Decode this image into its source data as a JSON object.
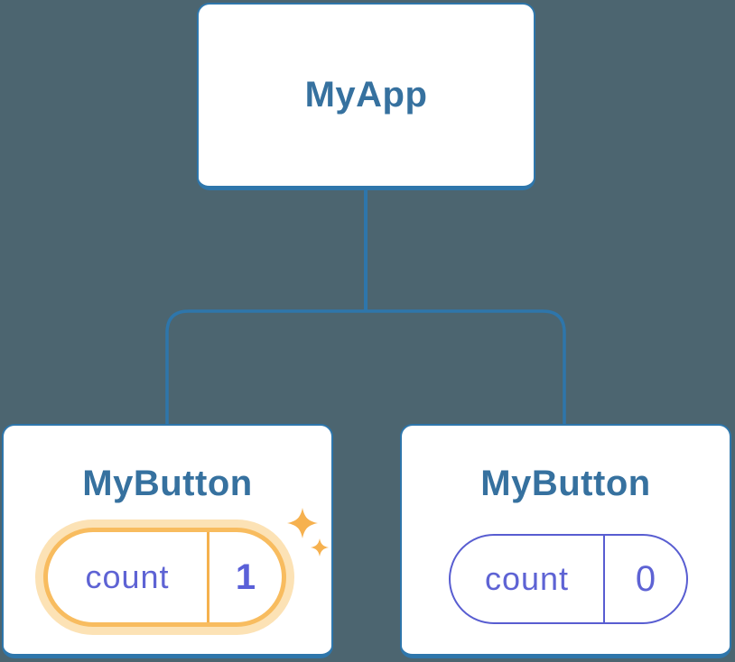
{
  "diagram": {
    "description": "React component tree with state update",
    "colors": {
      "background": "#4c6570",
      "line": "#2e76ab",
      "card_bg": "#ffffff",
      "heading_text": "#36719f",
      "state_text": "#5e63d4",
      "state_value_active": "#5a60d8",
      "state_border": "#585dd1",
      "highlight_border": "#f8bc5f",
      "highlight_halo": "#fce2b5",
      "highlight_divider": "#f5b14e",
      "sparkle": "#f6b14f"
    },
    "root_node": {
      "label": "MyApp"
    },
    "child_nodes": [
      {
        "label": "MyButton",
        "state": {
          "name": "count",
          "value": "1"
        },
        "highlighted": true,
        "icon": "sparkles-icon"
      },
      {
        "label": "MyButton",
        "state": {
          "name": "count",
          "value": "0"
        },
        "highlighted": false
      }
    ]
  }
}
